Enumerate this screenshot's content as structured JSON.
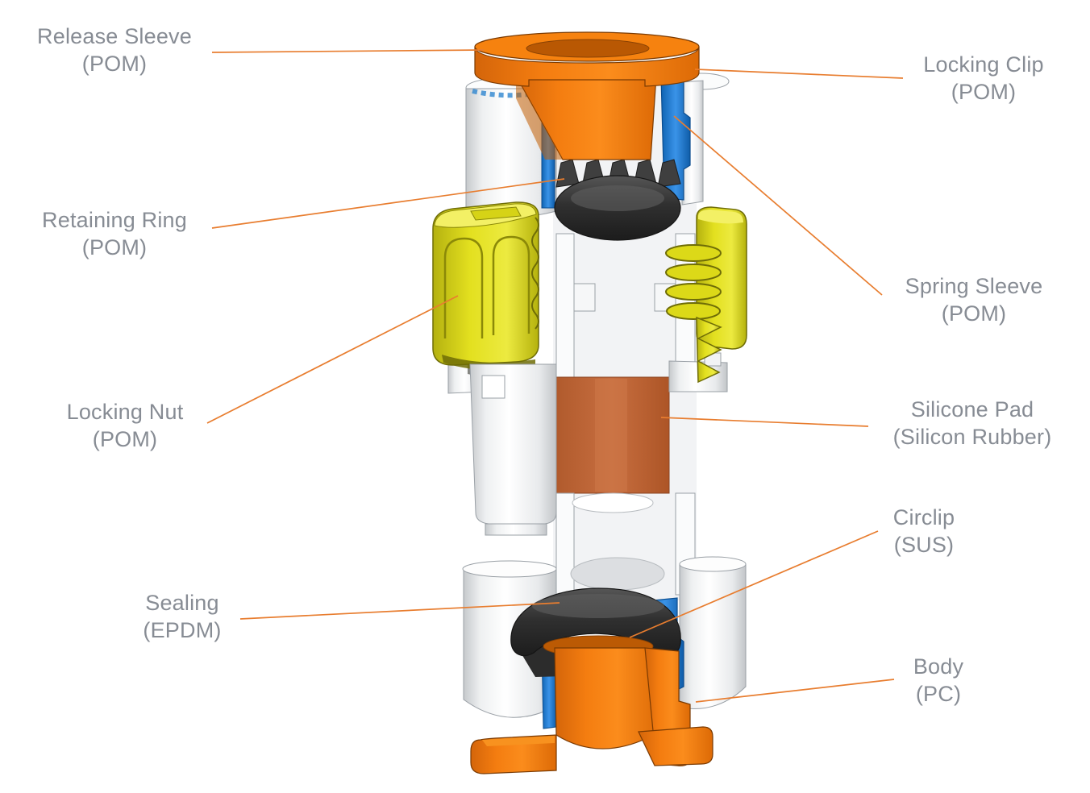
{
  "diagram": {
    "kind": "labeled cutaway part diagram of a tube coupling",
    "labels": {
      "release_sleeve": {
        "name": "Release Sleeve",
        "material": "(POM)"
      },
      "locking_clip": {
        "name": "Locking Clip",
        "material": "(POM)"
      },
      "retaining_ring": {
        "name": "Retaining Ring",
        "material": "(POM)"
      },
      "spring_sleeve": {
        "name": "Spring Sleeve",
        "material": "(POM)"
      },
      "locking_nut": {
        "name": "Locking Nut",
        "material": "(POM)"
      },
      "silicone_pad": {
        "name": "Silicone Pad",
        "material": "(Silicon Rubber)"
      },
      "circlip": {
        "name": "Circlip",
        "material": "(SUS)"
      },
      "sealing": {
        "name": "Sealing",
        "material": "(EPDM)"
      },
      "body": {
        "name": "Body",
        "material": "(PC)"
      }
    },
    "colors": {
      "label_text": "#878C94",
      "leader_line": "#E87D2F",
      "release_sleeve_orange": "#F1790F",
      "locking_nut_yellow": "#DEDB1E",
      "locking_clip_blue": "#1E7FD0",
      "silicone_pad_terracotta": "#C2663A",
      "seal_dark_gray": "#3A3A3A",
      "body_white": "#F2F3F5"
    }
  }
}
